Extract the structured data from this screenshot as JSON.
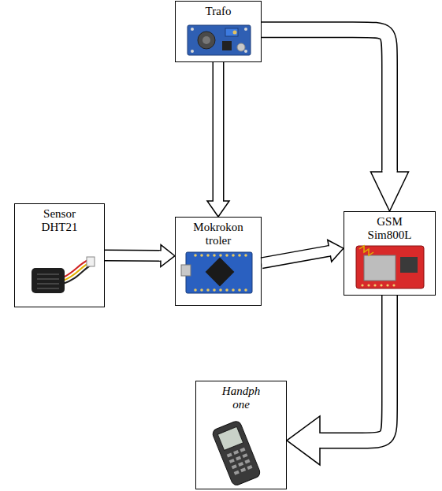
{
  "diagram": {
    "nodes": [
      {
        "text": [
          "Trafo"
        ]
      },
      {
        "text": [
          "Sensor DHT21"
        ]
      },
      {
        "text": [
          "Mokrokon troler"
        ]
      },
      {
        "text": [
          "GSM Sim800L"
        ]
      },
      {
        "text": [
          "Handph one"
        ]
      }
    ],
    "edges": [
      {
        "from": 0,
        "to": 2,
        "arrow": "to"
      },
      {
        "from": 0,
        "to": 3,
        "arrow": "to"
      },
      {
        "from": 1,
        "to": 2,
        "arrow": "to"
      },
      {
        "from": 2,
        "to": 3,
        "arrow": "to"
      },
      {
        "from": 3,
        "to": 4,
        "arrow": "to"
      }
    ]
  }
}
